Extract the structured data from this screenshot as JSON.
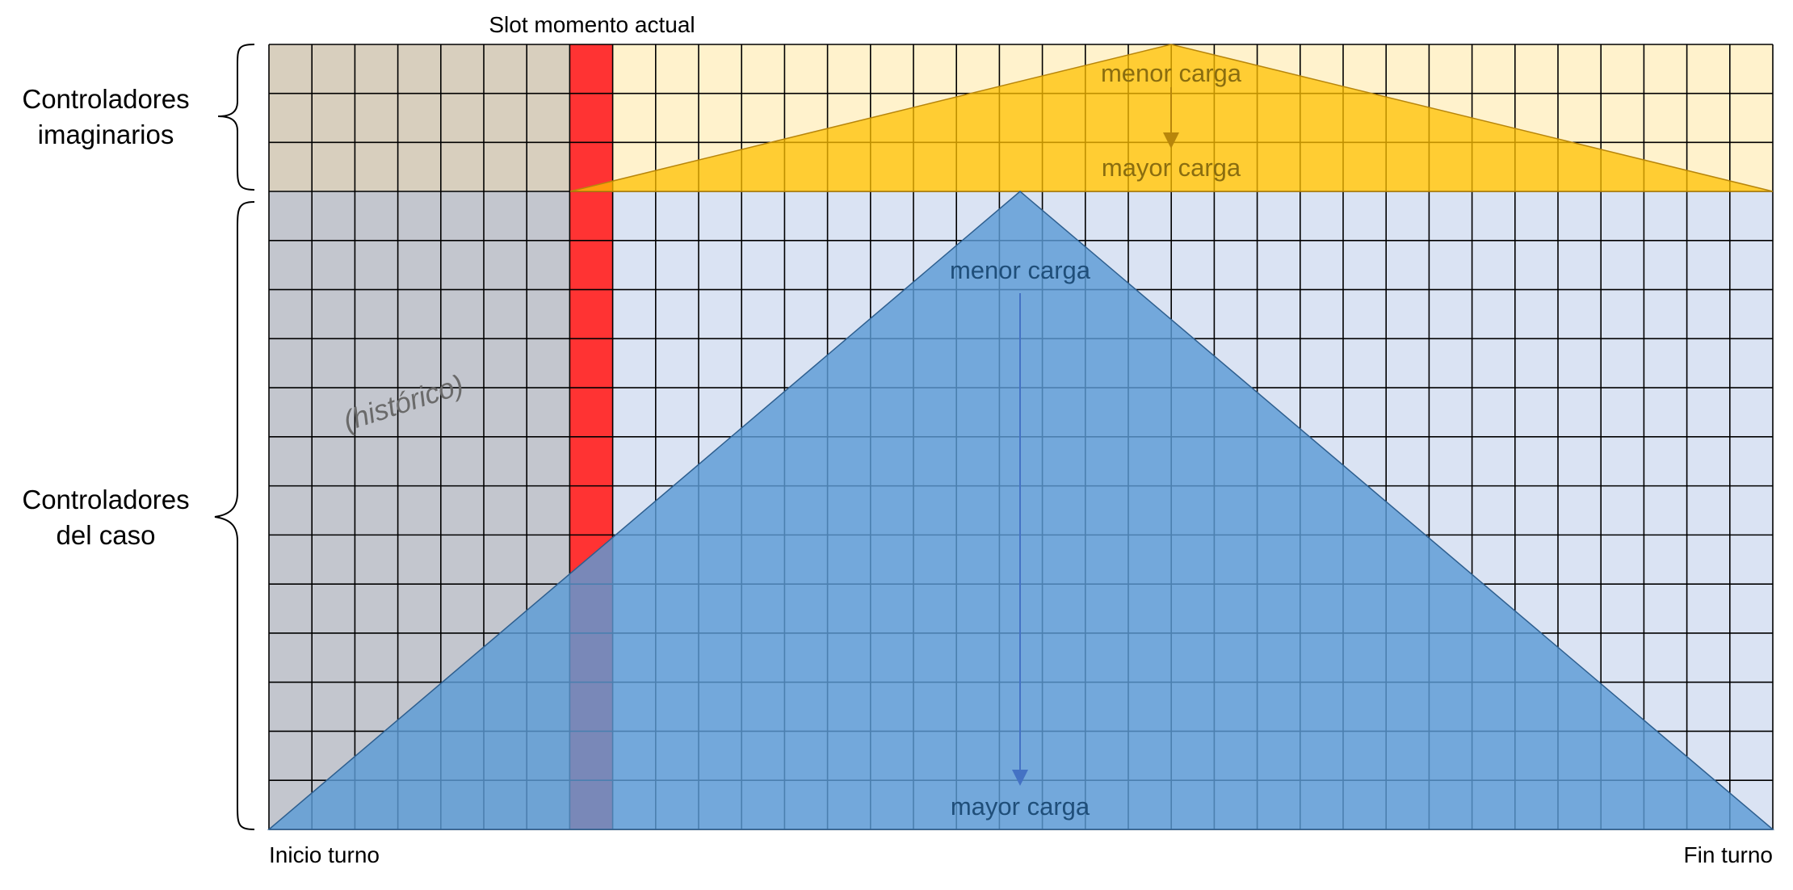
{
  "labels": {
    "current_slot": "Slot momento actual",
    "top_group": [
      "Controladores",
      "imaginarios"
    ],
    "bottom_group": [
      "Controladores",
      "del caso"
    ],
    "historic": "(histórico)",
    "shift_start": "Inicio turno",
    "shift_end": "Fin turno",
    "top_low_load": "menor carga",
    "top_high_load": "mayor carga",
    "bottom_low_load": "menor carga",
    "bottom_high_load": "mayor carga"
  },
  "grid": {
    "columns": 35,
    "top_rows": 3,
    "bottom_rows": 13,
    "historic_columns": 7,
    "current_slot_column": 7
  },
  "colors": {
    "historic_top": "#d8cfbe",
    "historic_bottom": "#c3c6ce",
    "future_top": "#fff2cc",
    "future_bottom": "#dae3f3",
    "current_slot": "#ff3333",
    "top_triangle": "#ffc000",
    "bottom_triangle": "#5b9bd5",
    "top_text": "#8a6d10",
    "bottom_text": "#1f4e79"
  }
}
